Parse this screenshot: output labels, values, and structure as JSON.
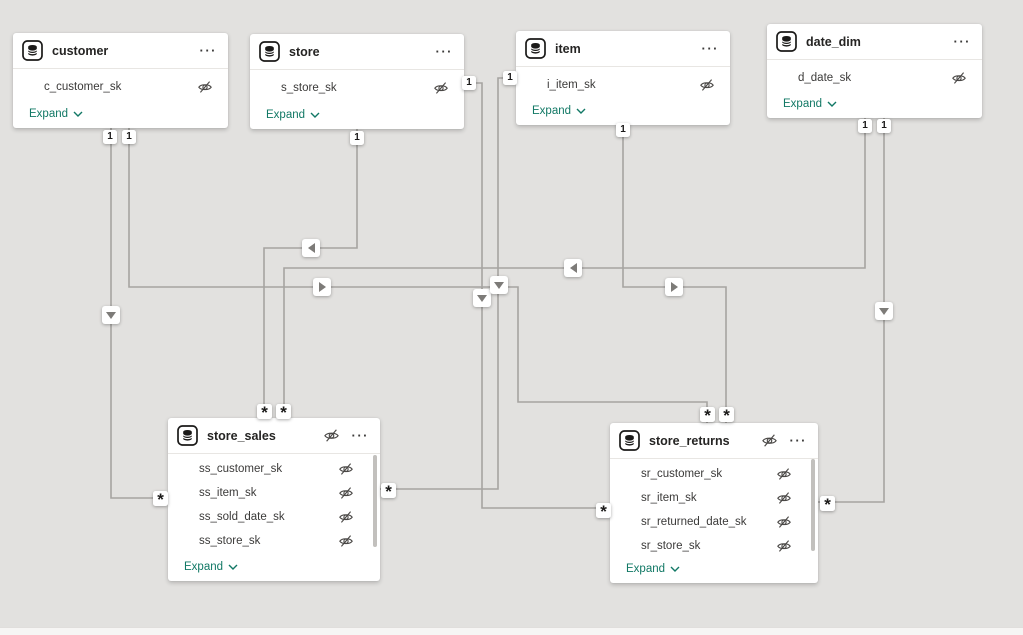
{
  "canvas": {
    "background": "#e2e1df",
    "line_color": "#a6a4a1",
    "accent_teal": "#117865",
    "card_background": "#ffffff"
  },
  "ui": {
    "more_menu": "···",
    "expand_label": "Expand"
  },
  "tables": [
    {
      "name": "customer",
      "header_hidden_icon": false,
      "fields": [
        {
          "name": "c_customer_sk",
          "hidden": true
        }
      ]
    },
    {
      "name": "store",
      "header_hidden_icon": false,
      "fields": [
        {
          "name": "s_store_sk",
          "hidden": true
        }
      ]
    },
    {
      "name": "item",
      "header_hidden_icon": false,
      "fields": [
        {
          "name": "i_item_sk",
          "hidden": true
        }
      ]
    },
    {
      "name": "date_dim",
      "header_hidden_icon": false,
      "fields": [
        {
          "name": "d_date_sk",
          "hidden": true
        }
      ]
    },
    {
      "name": "store_sales",
      "header_hidden_icon": true,
      "fields": [
        {
          "name": "ss_customer_sk",
          "hidden": true
        },
        {
          "name": "ss_item_sk",
          "hidden": true
        },
        {
          "name": "ss_sold_date_sk",
          "hidden": true
        },
        {
          "name": "ss_store_sk",
          "hidden": true
        }
      ]
    },
    {
      "name": "store_returns",
      "header_hidden_icon": true,
      "fields": [
        {
          "name": "sr_customer_sk",
          "hidden": true
        },
        {
          "name": "sr_item_sk",
          "hidden": true
        },
        {
          "name": "sr_returned_date_sk",
          "hidden": true
        },
        {
          "name": "sr_store_sk",
          "hidden": true
        }
      ]
    }
  ],
  "relationships": [
    {
      "from": "customer",
      "to": "store_sales",
      "one_label": "1",
      "many_label": "*",
      "filter_arrow": "down"
    },
    {
      "from": "customer",
      "to": "store_returns",
      "one_label": "1",
      "many_label": "*",
      "filter_arrow": "right"
    },
    {
      "from": "store",
      "to": "store_sales",
      "one_label": "1",
      "many_label": "*",
      "filter_arrow": "left"
    },
    {
      "from": "store",
      "to": "store_returns",
      "one_label": "1",
      "many_label": "*",
      "filter_arrow": "down"
    },
    {
      "from": "item",
      "to": "store_sales",
      "one_label": "1",
      "many_label": "*",
      "filter_arrow": "down"
    },
    {
      "from": "item",
      "to": "store_returns",
      "one_label": "1",
      "many_label": "*",
      "filter_arrow": "right"
    },
    {
      "from": "date_dim",
      "to": "store_sales",
      "one_label": "1",
      "many_label": "*",
      "filter_arrow": "left"
    },
    {
      "from": "date_dim",
      "to": "store_returns",
      "one_label": "1",
      "many_label": "*",
      "filter_arrow": "down"
    }
  ]
}
